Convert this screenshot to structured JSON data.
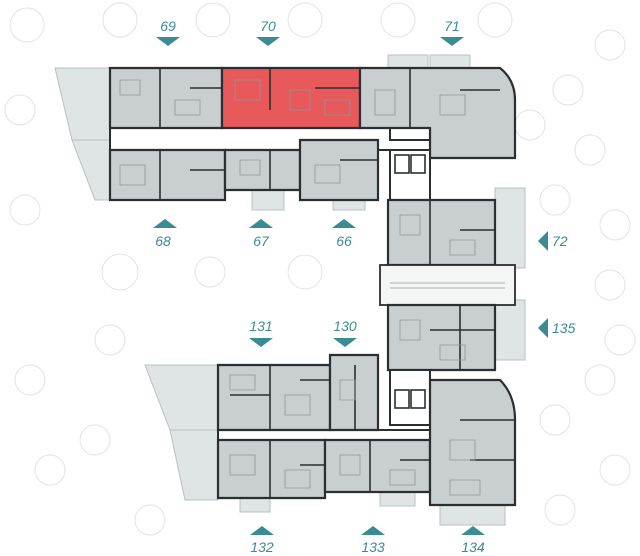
{
  "colors": {
    "accent": "#3b8c92",
    "highlight": "#e8595c",
    "unit_fill": "#c9cfd0",
    "wall": "#2b2f31"
  },
  "selected_unit": "70",
  "unit_labels": {
    "u69": "69",
    "u70": "70",
    "u71": "71",
    "u68": "68",
    "u67": "67",
    "u66": "66",
    "u72": "72",
    "u135": "135",
    "u131": "131",
    "u130": "130",
    "u132": "132",
    "u133": "133",
    "u134": "134"
  }
}
